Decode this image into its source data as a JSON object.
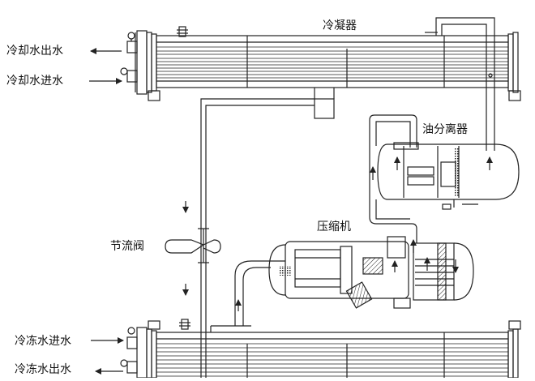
{
  "labels": {
    "condenser": "冷凝器",
    "cooling_water_out": "冷却水出水",
    "cooling_water_in": "冷却水进水",
    "oil_separator": "油分离器",
    "compressor": "压缩机",
    "throttle_valve": "节流阀",
    "chilled_water_in": "冷冻水进水",
    "chilled_water_out": "冷冻水出水"
  },
  "colors": {
    "line": "#222222",
    "background": "#ffffff"
  }
}
